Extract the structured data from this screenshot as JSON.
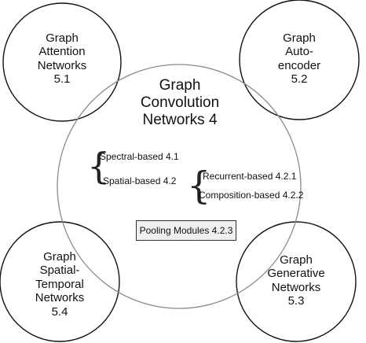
{
  "center": {
    "title": "Graph\nConvolution\nNetworks 4",
    "spectral": "Spectral-based 4.1",
    "spatial": "Spatial-based 4.2",
    "recurrent": "Recurrent-based 4.2.1",
    "composition": "Composition-based 4.2.2",
    "pooling": "Pooling Modules 4.2.3"
  },
  "corners": {
    "top_left": "Graph\nAttention\nNetworks\n5.1",
    "top_right": "Graph\nAuto-\nencoder\n5.2",
    "bottom_left": "Graph\nSpatial-\nTemporal\nNetworks\n5.4",
    "bottom_right": "Graph\nGenerative\nNetworks\n5.3"
  },
  "colors": {
    "circle_stroke": "#111111",
    "center_circle_stroke": "#8a8a8a",
    "pool_box_fill": "#efefef"
  }
}
